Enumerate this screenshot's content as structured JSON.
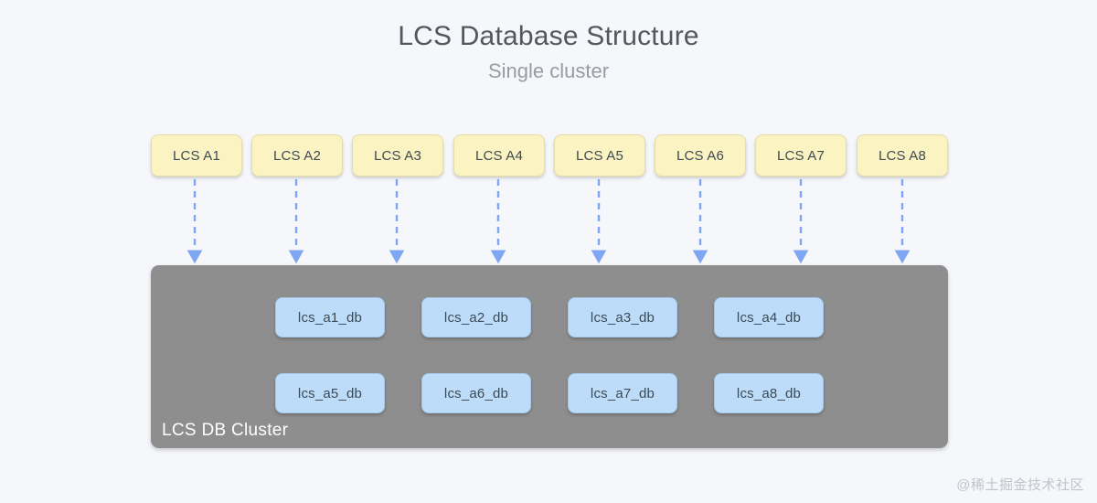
{
  "page": {
    "background_color": "#f5f7fb",
    "watermark": "@稀土掘金技术社区"
  },
  "header": {
    "title": "LCS Database Structure",
    "subtitle": "Single cluster",
    "title_color": "#55565f",
    "subtitle_color": "#9a9ba3"
  },
  "services": {
    "box_color": "#fbf3c1",
    "text_color": "#3d4a52",
    "items": [
      {
        "label": "LCS A1"
      },
      {
        "label": "LCS A2"
      },
      {
        "label": "LCS A3"
      },
      {
        "label": "LCS A4"
      },
      {
        "label": "LCS A5"
      },
      {
        "label": "LCS A6"
      },
      {
        "label": "LCS A7"
      },
      {
        "label": "LCS A8"
      }
    ]
  },
  "connectors": {
    "style": "dashed-arrow-down",
    "color": "#7ea6f2",
    "count": 8
  },
  "cluster": {
    "label": "LCS DB Cluster",
    "background_color": "#8e8e8e",
    "label_color": "#ffffff",
    "databases": {
      "box_color": "#bcdcfa",
      "text_color": "#3d4a52",
      "rows": [
        [
          {
            "label": "lcs_a1_db"
          },
          {
            "label": "lcs_a2_db"
          },
          {
            "label": "lcs_a3_db"
          },
          {
            "label": "lcs_a4_db"
          }
        ],
        [
          {
            "label": "lcs_a5_db"
          },
          {
            "label": "lcs_a6_db"
          },
          {
            "label": "lcs_a7_db"
          },
          {
            "label": "lcs_a8_db"
          }
        ]
      ]
    }
  }
}
